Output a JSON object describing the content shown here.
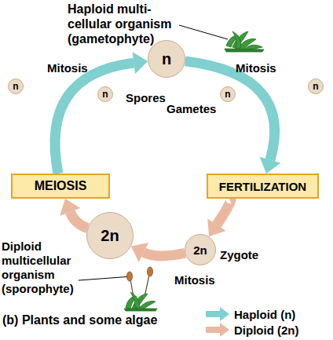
{
  "diagram": {
    "caption": "(b) Plants and some algae",
    "nodes": [
      {
        "text": [
          "n"
        ]
      },
      {
        "text": [
          "n"
        ]
      },
      {
        "text": [
          "n"
        ]
      },
      {
        "text": [
          "n"
        ]
      },
      {
        "text": [
          "n"
        ]
      },
      {
        "text": [
          "MEIOSIS"
        ]
      },
      {
        "text": [
          "FERTILIZATION"
        ]
      },
      {
        "text": [
          "2n"
        ]
      },
      {
        "text": [
          "2n"
        ]
      }
    ],
    "edges": [
      {
        "from": 5,
        "to": 0,
        "arrow": "to"
      },
      {
        "from": 0,
        "to": 6,
        "arrow": "to"
      },
      {
        "from": 6,
        "to": 8,
        "arrow": "to"
      },
      {
        "from": 8,
        "to": 7,
        "arrow": "to"
      },
      {
        "from": 7,
        "to": 5,
        "arrow": "to"
      }
    ],
    "labels": [
      "Haploid multi-cellular organism (gametophyte)",
      "Mitosis",
      "Mitosis",
      "Spores",
      "Gametes",
      "Diploid multicellular organism (sporophyte)",
      "Zygote",
      "Mitosis"
    ],
    "legend": [
      {
        "text": "Haploid (n)",
        "color": "#7fd0cf"
      },
      {
        "text": "Diploid (2n)",
        "color": "#eab8a0"
      }
    ]
  }
}
